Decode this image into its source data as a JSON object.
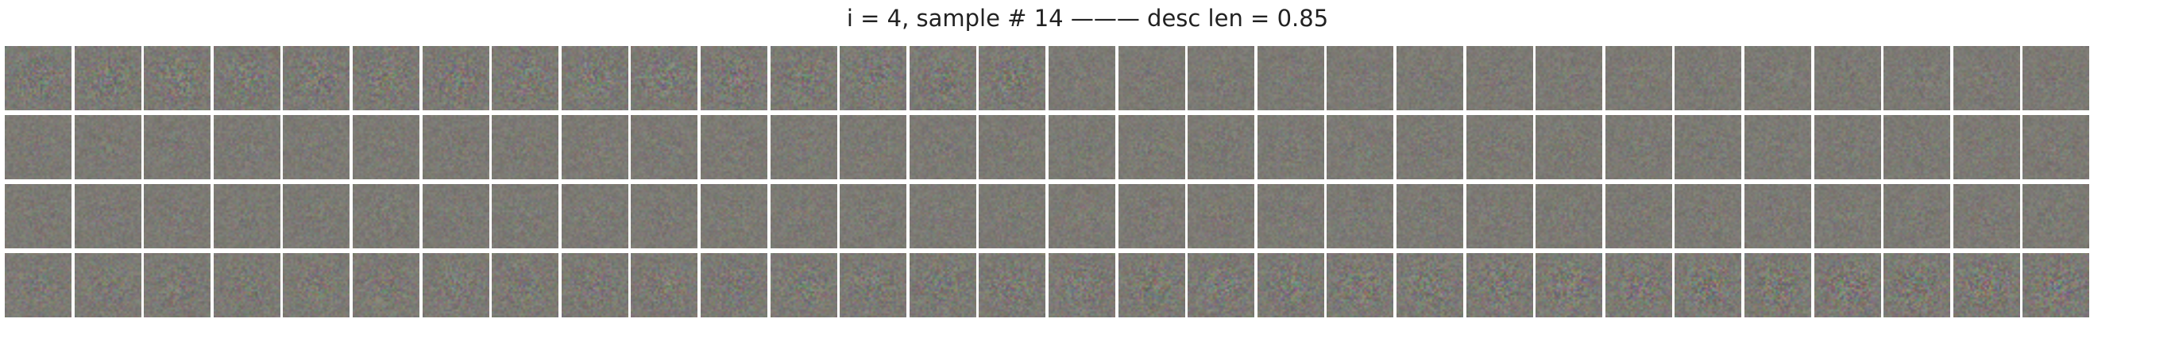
{
  "figure": {
    "title": "i = 4, sample # 14 ——— desc len = 0.85"
  },
  "image_grid": {
    "rows": 4,
    "columns": 30,
    "base_color": "#7c7a74",
    "content": "noisy generated image samples"
  }
}
